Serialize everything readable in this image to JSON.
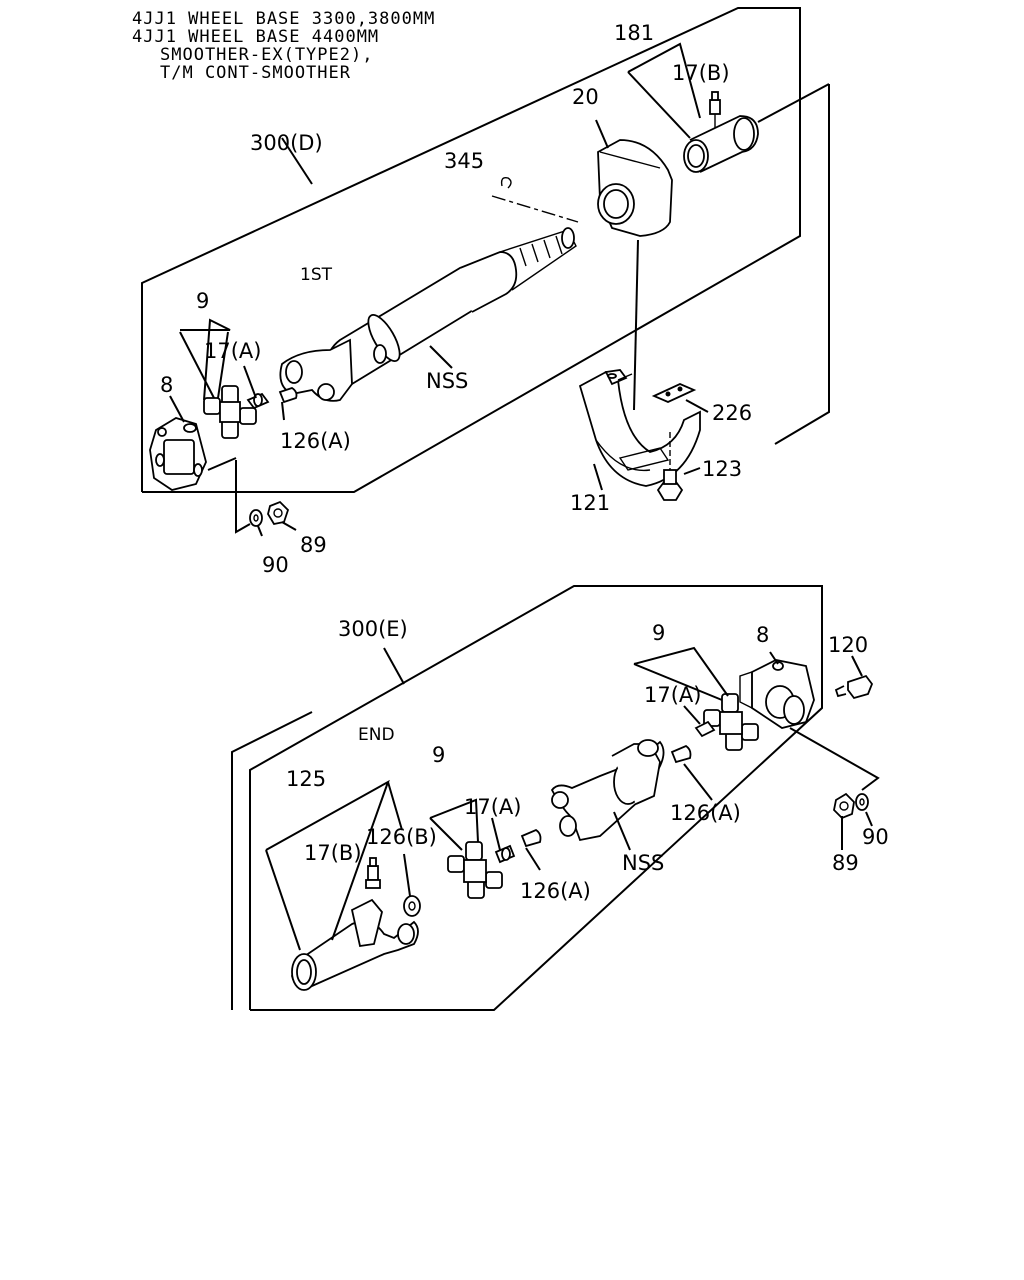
{
  "header": {
    "line1": "4JJ1 WHEEL BASE 3300,3800MM",
    "line2": "4JJ1 WHEEL BASE 4400MM",
    "line3": "SMOOTHER-EX(TYPE2),",
    "line4": "T/M CONT-SMOOTHER"
  },
  "sections": {
    "first": {
      "assembly": "300(D)",
      "name": "1ST"
    },
    "end": {
      "assembly": "300(E)",
      "name": "END"
    }
  },
  "callouts": {
    "first": {
      "c181": "181",
      "c17b": "17(B)",
      "c20": "20",
      "c345": "345",
      "c9": "9",
      "c17a": "17(A)",
      "c8": "8",
      "c126a": "126(A)",
      "nss": "NSS",
      "c226": "226",
      "c123": "123",
      "c121": "121",
      "c89": "89",
      "c90": "90"
    },
    "end": {
      "c9r": "9",
      "c8": "8",
      "c120": "120",
      "c17ar": "17(A)",
      "c126ar": "126(A)",
      "nss": "NSS",
      "c89": "89",
      "c90": "90",
      "c125": "125",
      "c9l": "9",
      "c17al": "17(A)",
      "c17b": "17(B)",
      "c126b": "126(B)",
      "c126al": "126(A)"
    }
  },
  "colors": {
    "line": "#000000",
    "background": "#ffffff"
  }
}
